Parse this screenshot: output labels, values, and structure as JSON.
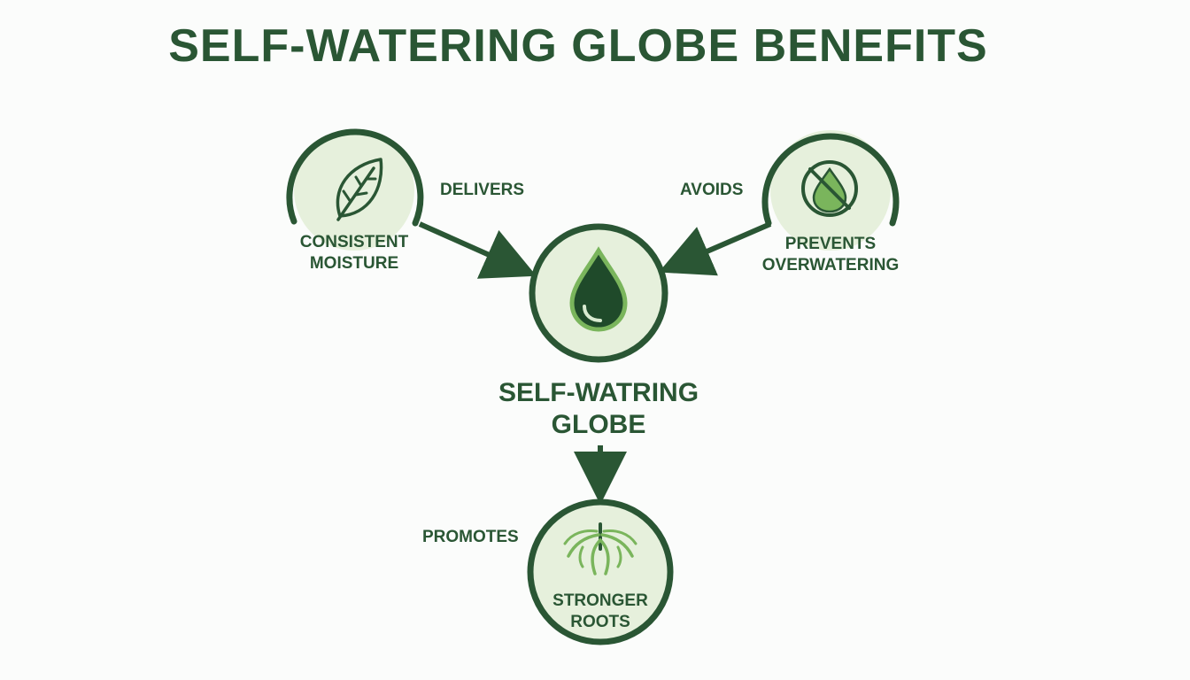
{
  "title": "SELF-WATERING GLOBE BENEFITS",
  "nodes": {
    "center": {
      "label_line1": "SELF-WATRING",
      "label_line2": "GLOBE",
      "icon": "water-drop-icon"
    },
    "moisture": {
      "label_line1": "CONSISTENT",
      "label_line2": "MOISTURE",
      "icon": "leaf-icon"
    },
    "overwatering": {
      "label_line1": "PREVENTS",
      "label_line2": "OVERWATERING",
      "icon": "no-water-icon"
    },
    "roots": {
      "label_line1": "STRONGER",
      "label_line2": "ROOTS",
      "icon": "roots-icon"
    }
  },
  "edges": {
    "delivers": "DELIVERS",
    "avoids": "AVOIDS",
    "promotes": "PROMOTES"
  },
  "colors": {
    "dark_green": "#2a5634",
    "mid_green": "#2f6a3a",
    "light_fill": "#e6f0dc",
    "accent_green": "#7ab55c"
  }
}
